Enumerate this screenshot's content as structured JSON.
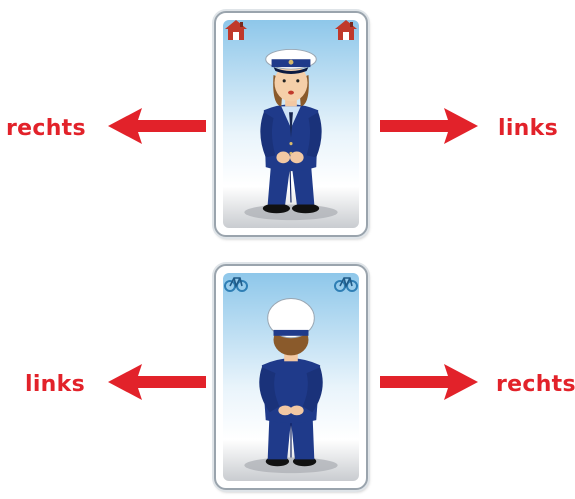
{
  "cards": [
    {
      "view": "front",
      "corner_icon": "house-icon",
      "left_label": "rechts",
      "right_label": "links"
    },
    {
      "view": "back",
      "corner_icon": "bicycle-icon",
      "left_label": "links",
      "right_label": "rechts"
    }
  ],
  "colors": {
    "label": "#e2222a",
    "arrow": "#e2222a",
    "uniform": "#1f3a8a",
    "sky": "#8ec7ea",
    "card_border": "#9aa4ad"
  }
}
